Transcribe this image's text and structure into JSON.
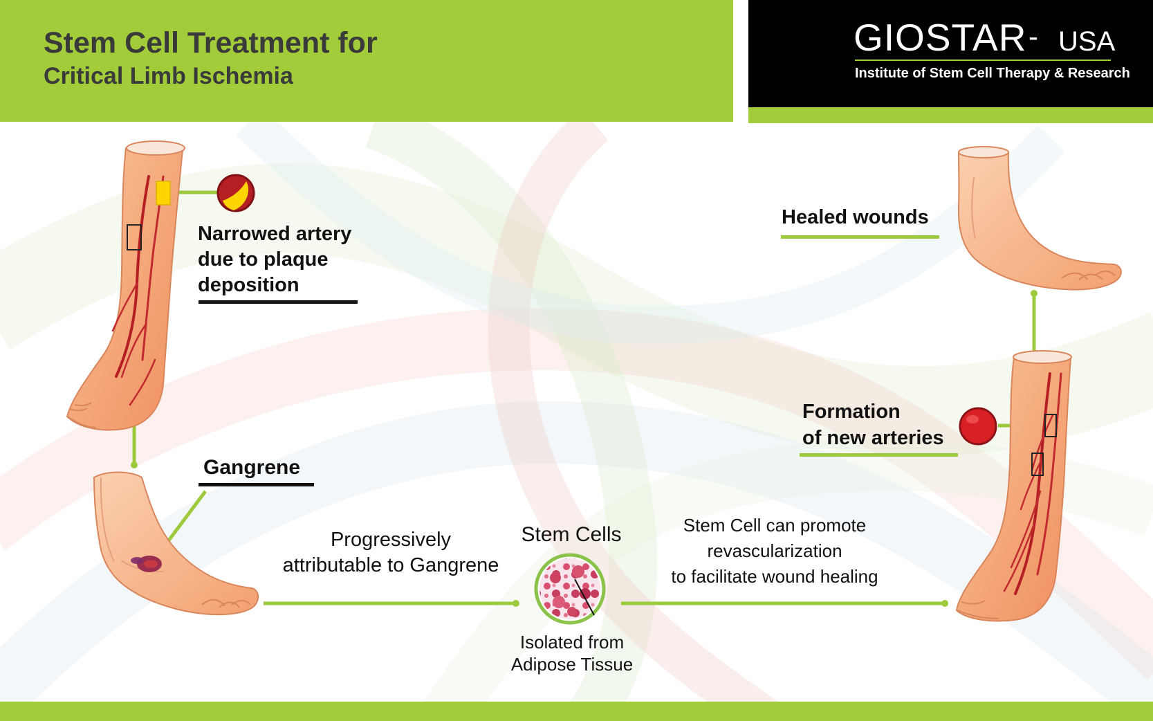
{
  "header": {
    "title_line_1": "Stem Cell Treatment for",
    "title_line_2": "Critical Limb Ischemia",
    "brand_name": "GIOSTAR",
    "brand_dash": "-",
    "brand_suffix": "USA",
    "tagline": "Institute of Stem Cell Therapy & Research"
  },
  "labels": {
    "narrowed_artery": [
      "Narrowed artery",
      "due to plaque",
      "deposition"
    ],
    "gangrene": "Gangrene",
    "healed_wounds": "Healed wounds",
    "formation": [
      "Formation",
      "of new arteries"
    ],
    "progressive": [
      "Progressively",
      "attributable to Gangrene"
    ],
    "stem_cells": "Stem Cells",
    "revascularization": [
      "Stem Cell can promote",
      "revascularization",
      "to facilitate wound healing"
    ],
    "isolated": [
      "Isolated from",
      "Adipose Tissue"
    ]
  },
  "colors": {
    "brand_green": "#a3cc3b",
    "header_text": "#3a3a3a",
    "header_black": "#000000",
    "skin": "#f7b889",
    "artery_red": "#b51f24",
    "plaque_yellow": "#ffd400",
    "connector_green": "#9dc93d"
  },
  "icons": {
    "logo": "dna-helix-icon"
  }
}
